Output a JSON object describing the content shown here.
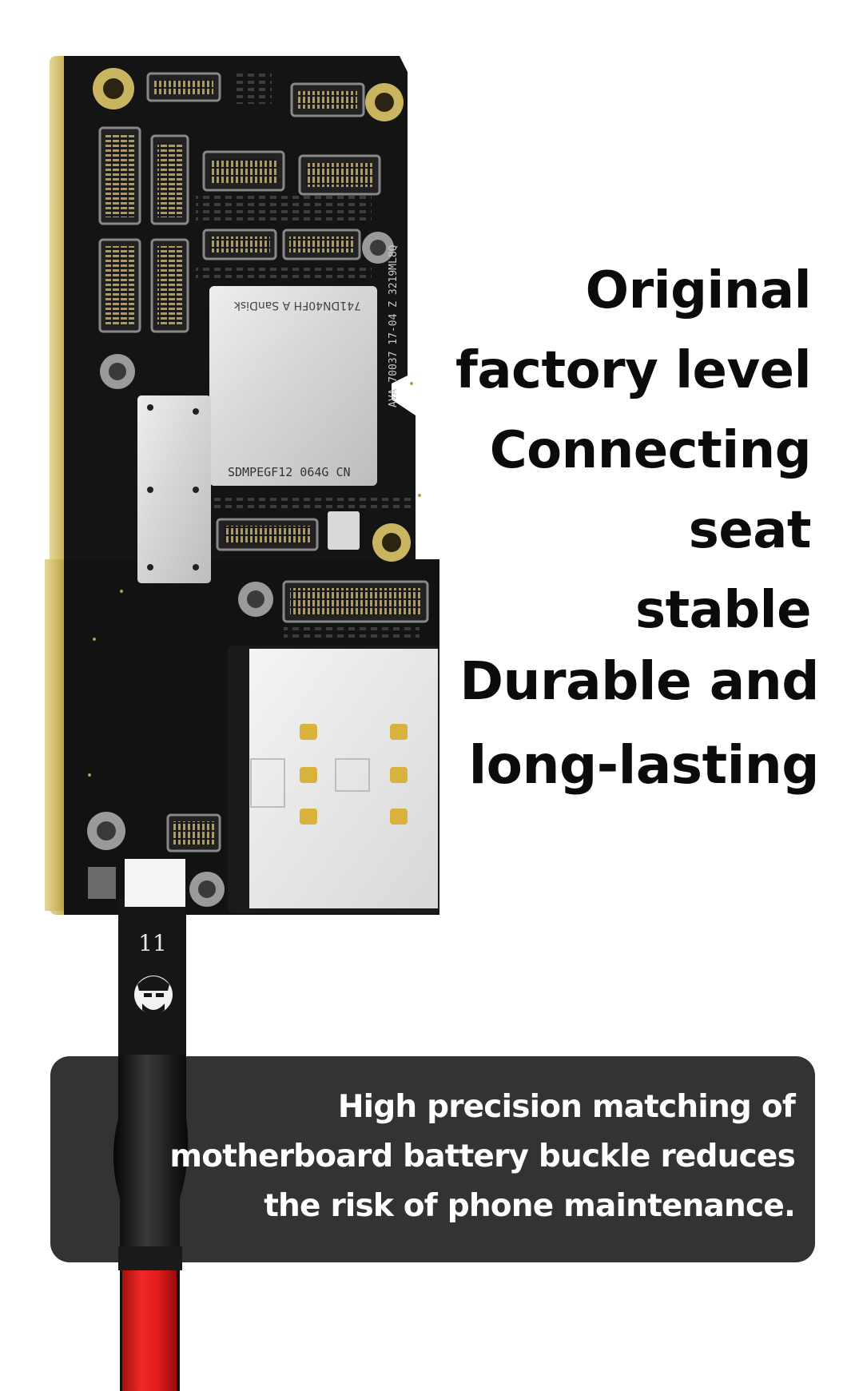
{
  "headline": {
    "top_lines": [
      "Original",
      "factory level",
      "Connecting",
      "seat",
      "stable"
    ],
    "middle_lines": [
      "Durable and",
      "long-lasting"
    ]
  },
  "caption": {
    "lines": [
      "High precision matching of",
      "motherboard battery buckle reduces",
      "the risk of phone maintenance."
    ]
  },
  "board": {
    "chip_label": "SDMPEGF12  064G  CN",
    "chip_top_label": "741DN40FH A SanDisk",
    "side_label": "AVA 70037 17-04 Z 3219ML8Q",
    "cable_number": "11"
  },
  "colors": {
    "board": "#141414",
    "gold": "#c9b560",
    "cable_red": "#e01c1c",
    "caption_bg": "#333333",
    "text": "#0b0b0b"
  }
}
